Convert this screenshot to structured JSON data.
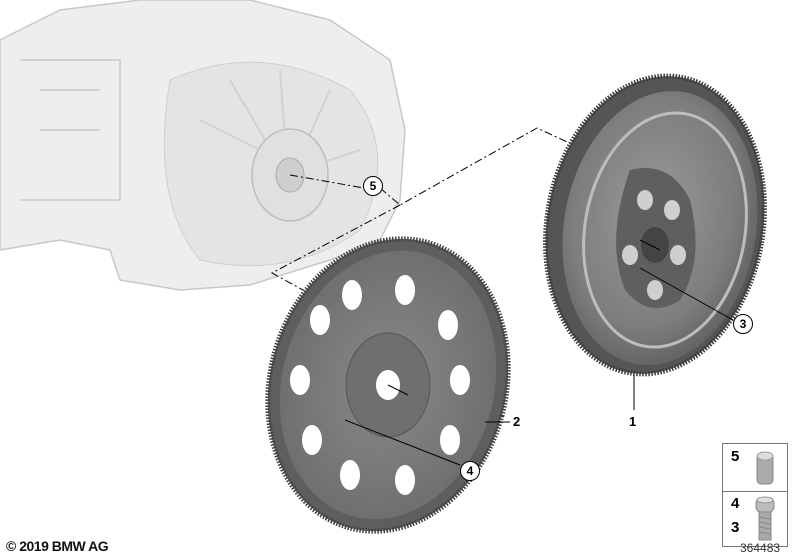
{
  "diagram": {
    "callouts": [
      {
        "id": "5",
        "style": "circled"
      },
      {
        "id": "3",
        "style": "circled"
      },
      {
        "id": "4",
        "style": "circled"
      },
      {
        "id": "2",
        "style": "plain"
      },
      {
        "id": "1",
        "style": "plain"
      }
    ],
    "legend": [
      {
        "numbers": [
          "5"
        ],
        "part_icon": "dowel-pin-icon"
      },
      {
        "numbers": [
          "4",
          "3"
        ],
        "part_icon": "torx-bolt-icon"
      }
    ],
    "copyright": "© 2019 BMW AG",
    "diagram_number": "364483"
  }
}
